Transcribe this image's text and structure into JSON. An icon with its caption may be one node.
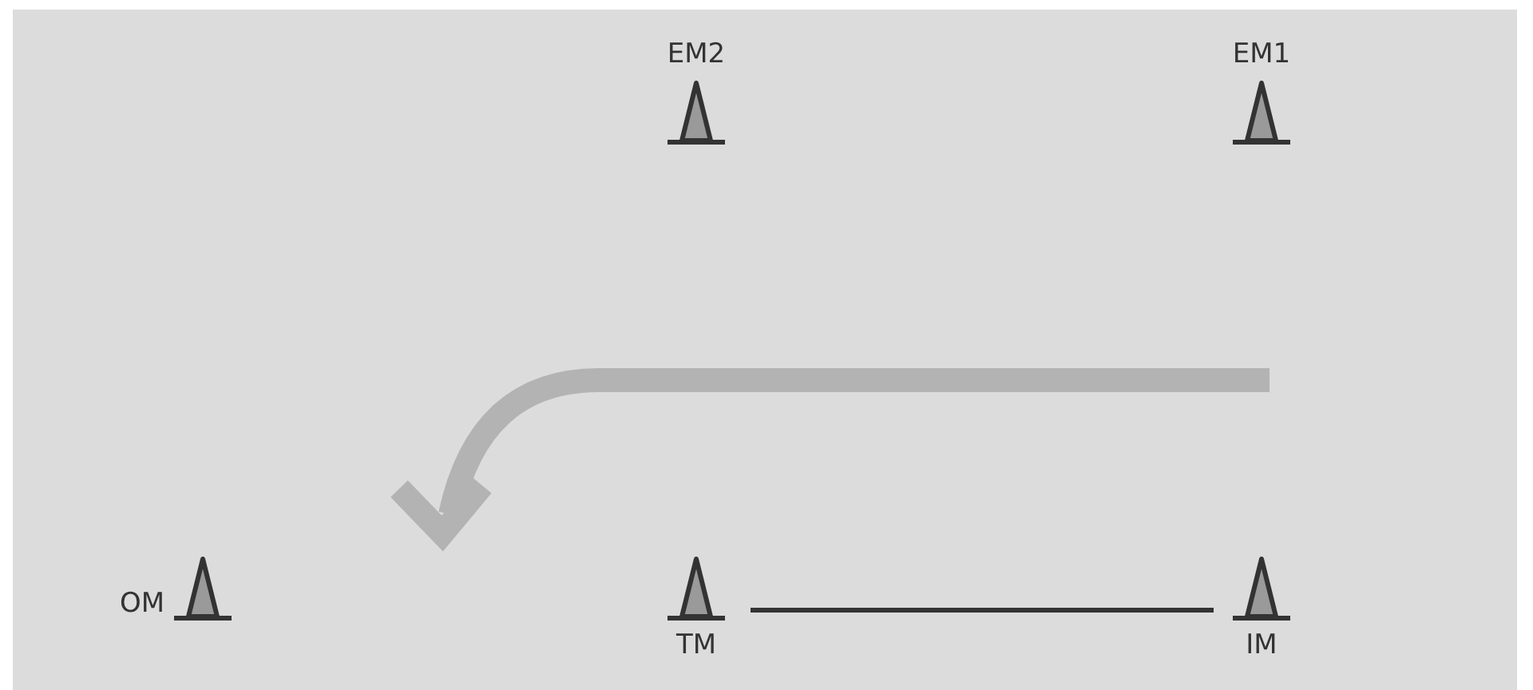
{
  "diagram": {
    "nodes": [
      {
        "text": [
          "EM2"
        ]
      },
      {
        "text": [
          "EM1"
        ]
      },
      {
        "text": [
          "OM"
        ]
      },
      {
        "text": [
          "TM"
        ]
      },
      {
        "text": [
          "IM"
        ]
      }
    ],
    "edges": [
      {
        "from": 3,
        "to": 4,
        "arrow": "none"
      }
    ]
  }
}
